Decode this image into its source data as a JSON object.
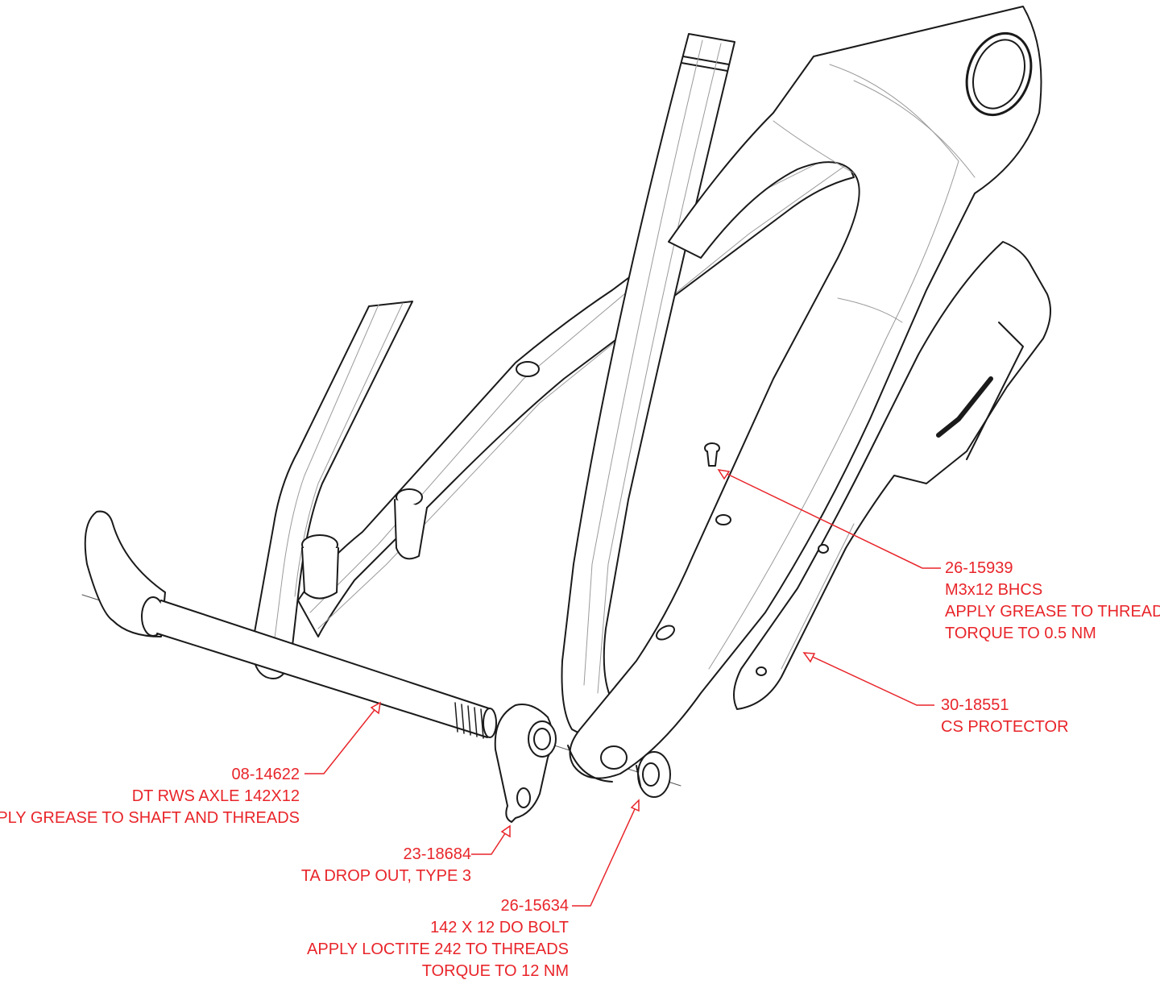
{
  "colors": {
    "callout": "#e8252a",
    "line_art": "#1a1a1a",
    "detail": "#9a9a9a"
  },
  "callouts": {
    "bhcs": {
      "part_number": "26-15939",
      "description": "M3x12 BHCS",
      "note1": "APPLY GREASE TO THREADS",
      "note2": "TORQUE TO 0.5 NM"
    },
    "protector": {
      "part_number": "30-18551",
      "description": "CS PROTECTOR"
    },
    "axle": {
      "part_number": "08-14622",
      "description": "DT RWS AXLE 142X12",
      "note1": "APPLY GREASE TO SHAFT AND THREADS"
    },
    "dropout": {
      "part_number": "23-18684",
      "description": "TA DROP OUT, TYPE 3"
    },
    "do_bolt": {
      "part_number": "26-15634",
      "description": "142 X 12 DO BOLT",
      "note1": "APPLY LOCTITE 242 TO THREADS",
      "note2": "TORQUE TO 12 NM"
    }
  }
}
